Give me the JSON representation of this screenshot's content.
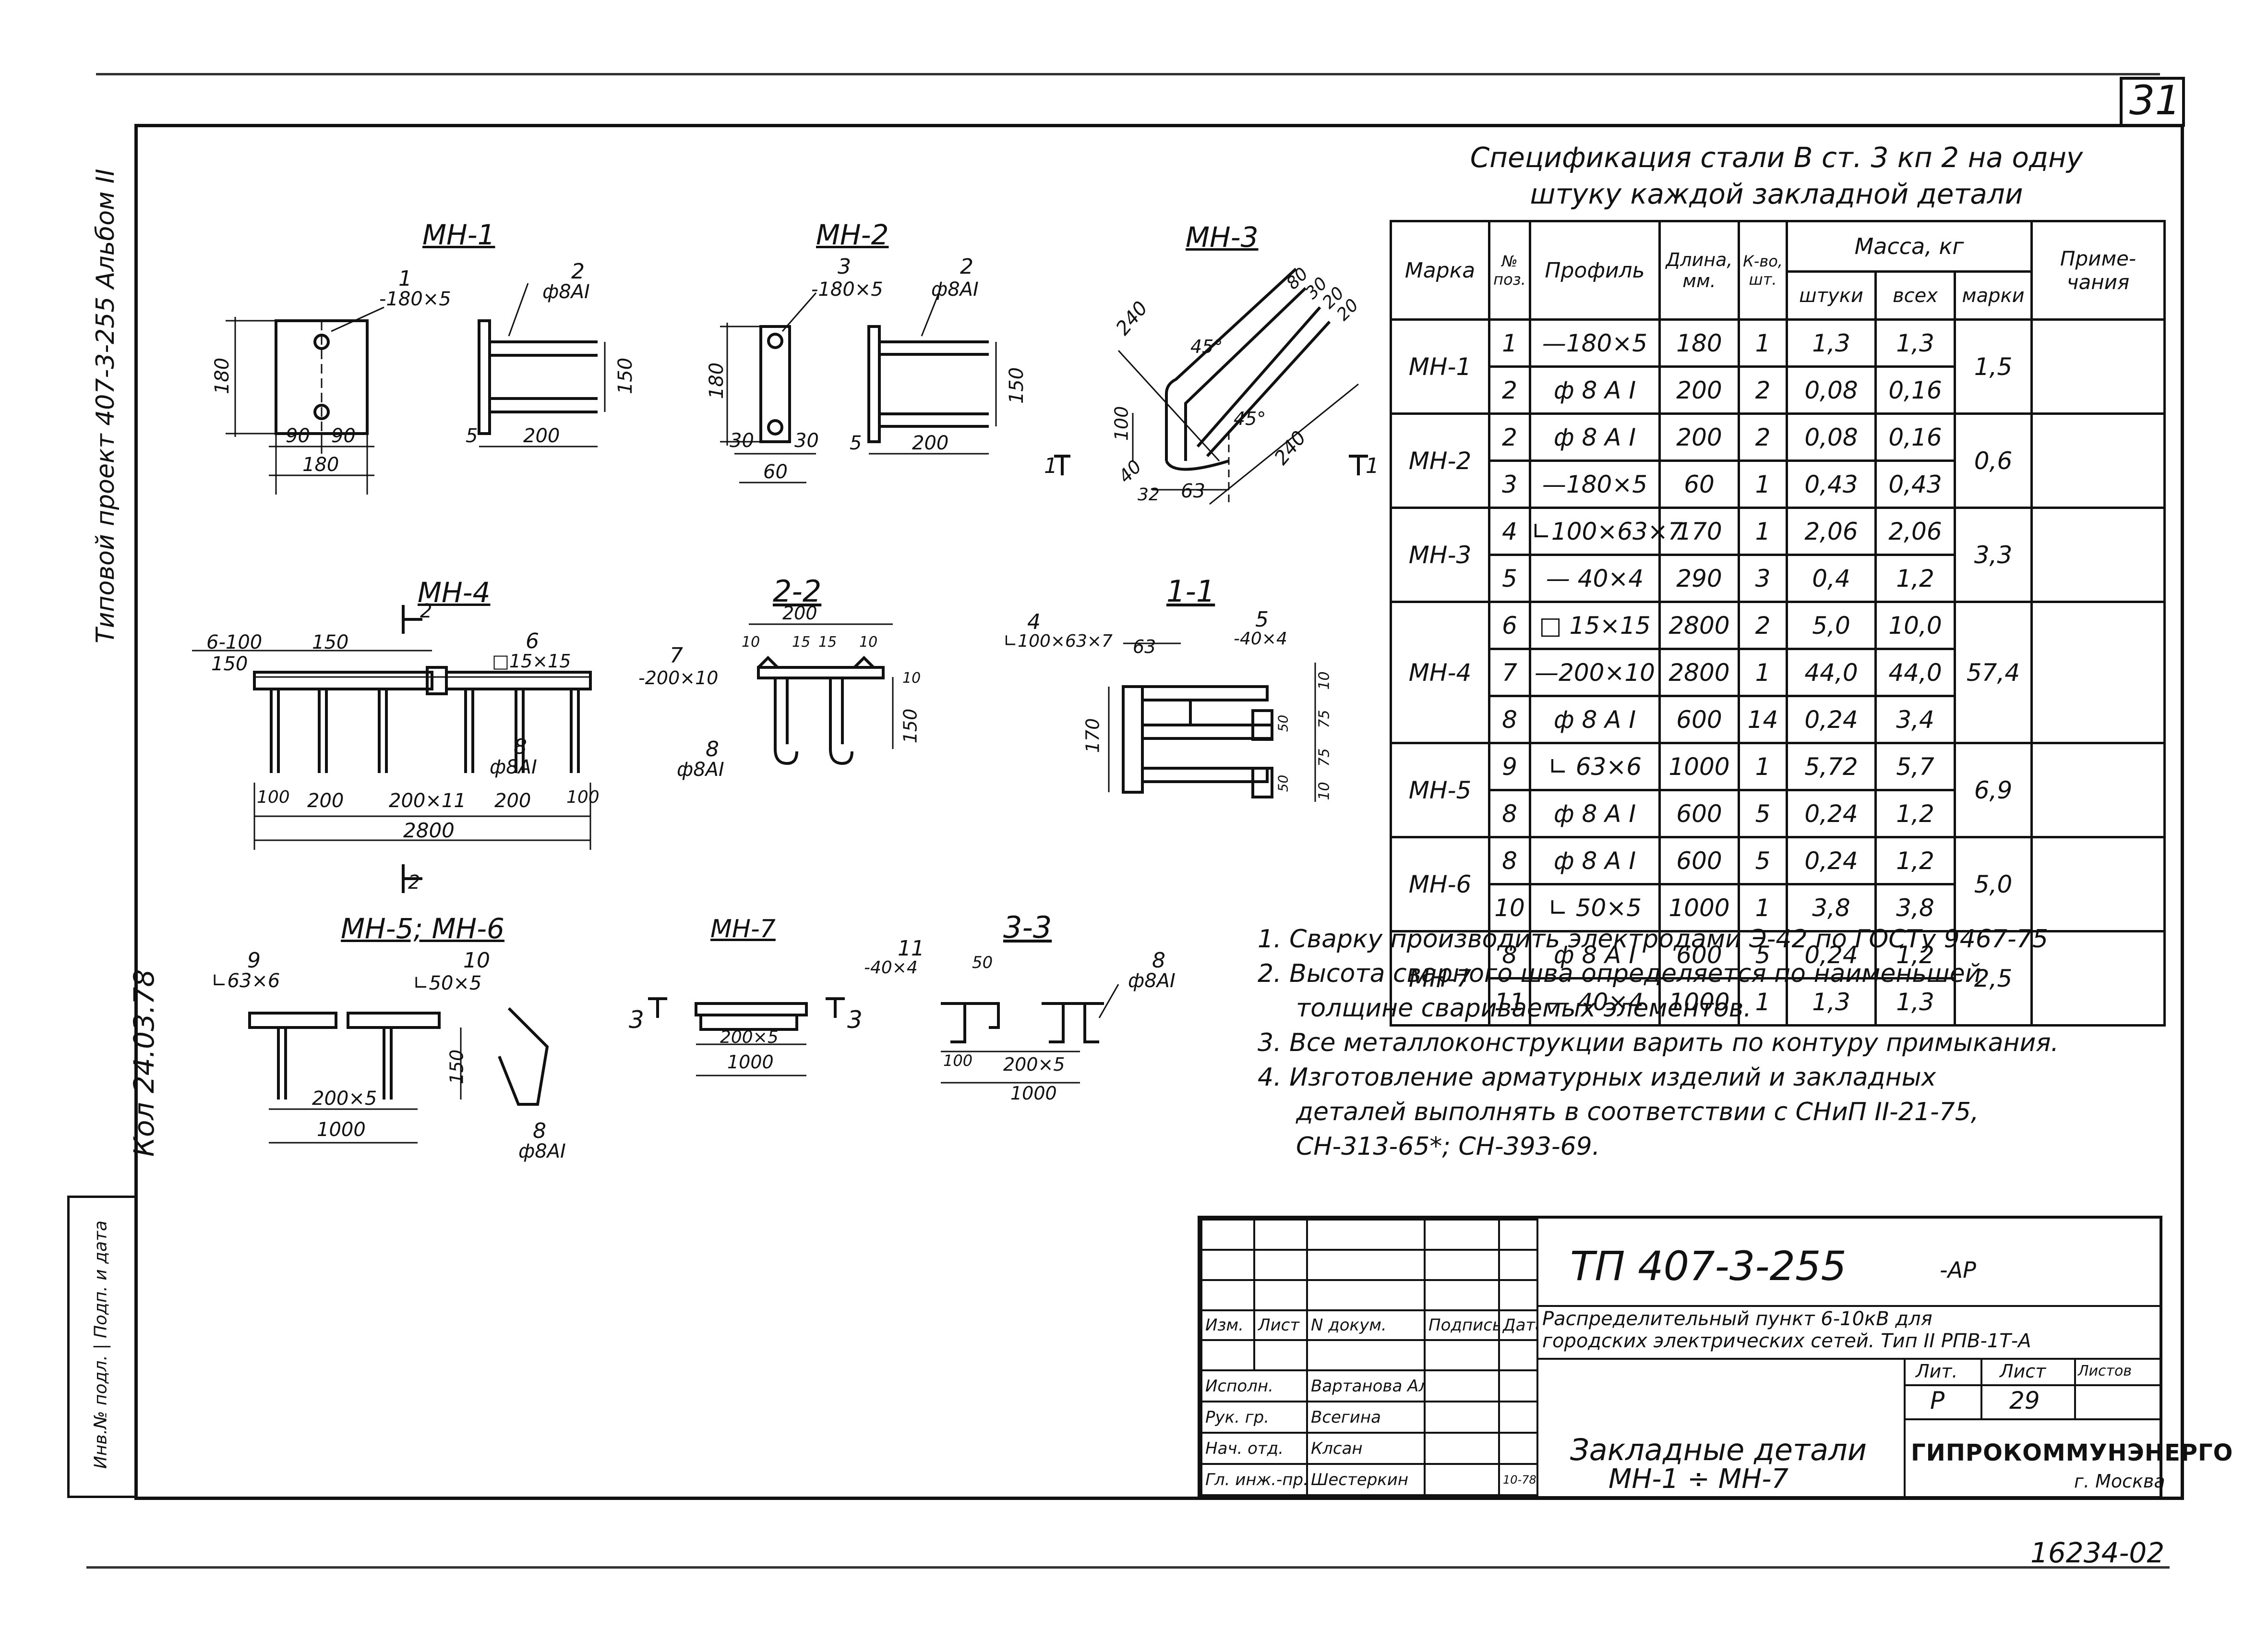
{
  "sheet_corner_number": "31",
  "left_margin": {
    "project": "Типовой проект 407-3-255 Альбом II",
    "date_sign": "Кол 24.03.78",
    "stamp": "Инв.№ подл. | Подп. и дата"
  },
  "drawings": {
    "mh1": {
      "title": "МН-1",
      "p1": "1",
      "p1_profile": "-180×5",
      "p2": "2",
      "p2_profile": "ф8АI",
      "dims": [
        "180",
        "150",
        "90",
        "90",
        "180",
        "5",
        "200"
      ]
    },
    "mh2": {
      "title": "МН-2",
      "p3": "3",
      "p3_profile": "-180×5",
      "p2": "2",
      "p2_profile": "ф8АI",
      "dims": [
        "180",
        "30",
        "30",
        "60",
        "150",
        "5",
        "200"
      ]
    },
    "mh3": {
      "title": "МН-3",
      "dims": [
        "240",
        "45°",
        "45°",
        "100",
        "40",
        "32",
        "63",
        "240",
        "80",
        "30",
        "20",
        "20"
      ],
      "section_marks": [
        "1",
        "1"
      ]
    },
    "mh4": {
      "title": "МН-4",
      "callout_left": "6-100",
      "callout_left2": "150",
      "dim_150": "150",
      "p6": "6",
      "p6_profile": "□15×15",
      "p8": "8",
      "p8_profile": "ф8АI",
      "sec": "2",
      "dims": [
        "100",
        "200",
        "200×11",
        "200",
        "100",
        "2800"
      ]
    },
    "sec22": {
      "title": "2-2",
      "p7": "7",
      "p7_profile": "-200×10",
      "p8": "8",
      "p8_profile": "ф8АI",
      "dims": [
        "200",
        "10",
        "15",
        "15",
        "10",
        "10",
        "150"
      ]
    },
    "sec11": {
      "title": "1-1",
      "p4": "4",
      "p4_profile": "∟100×63×7",
      "p5": "5",
      "p5_profile": "-40×4",
      "dims": [
        "63",
        "10",
        "75",
        "75",
        "10",
        "170",
        "50",
        "50"
      ]
    },
    "mh56": {
      "title": "МН-5; МН-6",
      "p9": "9",
      "p9_profile": "∟63×6",
      "p10": "10",
      "p10_profile": "∟50×5",
      "p8": "8",
      "p8_profile": "ф8АI",
      "dims": [
        "150",
        "200×5",
        "1000"
      ]
    },
    "mh7": {
      "title": "МН-7",
      "sec_left": "3",
      "sec_right": "3",
      "dims": [
        "200×5",
        "1000"
      ]
    },
    "sec33": {
      "title": "3-3",
      "p11": "11",
      "p11_profile": "-40×4",
      "p8": "8",
      "p8_profile": "ф8АI",
      "dims": [
        "50",
        "100",
        "200×5",
        "1000"
      ]
    }
  },
  "spec": {
    "title_line1": "Спецификация стали В ст. 3 кп 2 на одну",
    "title_line2": "штуку каждой закладной детали",
    "headers": {
      "mark": "Марка",
      "pos": "№ поз.",
      "profile": "Профиль",
      "length": "Длина, мм.",
      "qty": "К-во, шт.",
      "mass": "Масса, кг",
      "unit": "штуки",
      "all": "всех",
      "total": "марки",
      "note": "Приме- чания"
    },
    "groups": [
      {
        "mark": "МН-1",
        "total": "1,5",
        "rows": [
          {
            "pos": "1",
            "profile": "—180×5",
            "length": "180",
            "qty": "1",
            "unit": "1,3",
            "all": "1,3"
          },
          {
            "pos": "2",
            "profile": "ф 8 А I",
            "length": "200",
            "qty": "2",
            "unit": "0,08",
            "all": "0,16"
          }
        ]
      },
      {
        "mark": "МН-2",
        "total": "0,6",
        "rows": [
          {
            "pos": "2",
            "profile": "ф 8 А I",
            "length": "200",
            "qty": "2",
            "unit": "0,08",
            "all": "0,16"
          },
          {
            "pos": "3",
            "profile": "—180×5",
            "length": "60",
            "qty": "1",
            "unit": "0,43",
            "all": "0,43"
          }
        ]
      },
      {
        "mark": "МН-3",
        "total": "3,3",
        "rows": [
          {
            "pos": "4",
            "profile": "∟100×63×7",
            "length": "170",
            "qty": "1",
            "unit": "2,06",
            "all": "2,06"
          },
          {
            "pos": "5",
            "profile": "— 40×4",
            "length": "290",
            "qty": "3",
            "unit": "0,4",
            "all": "1,2"
          }
        ]
      },
      {
        "mark": "МН-4",
        "total": "57,4",
        "rows": [
          {
            "pos": "6",
            "profile": "□ 15×15",
            "length": "2800",
            "qty": "2",
            "unit": "5,0",
            "all": "10,0"
          },
          {
            "pos": "7",
            "profile": "—200×10",
            "length": "2800",
            "qty": "1",
            "unit": "44,0",
            "all": "44,0"
          },
          {
            "pos": "8",
            "profile": "ф 8 А I",
            "length": "600",
            "qty": "14",
            "unit": "0,24",
            "all": "3,4"
          }
        ]
      },
      {
        "mark": "МН-5",
        "total": "6,9",
        "rows": [
          {
            "pos": "9",
            "profile": "∟ 63×6",
            "length": "1000",
            "qty": "1",
            "unit": "5,72",
            "all": "5,7"
          },
          {
            "pos": "8",
            "profile": "ф 8 А I",
            "length": "600",
            "qty": "5",
            "unit": "0,24",
            "all": "1,2"
          }
        ]
      },
      {
        "mark": "МН-6",
        "total": "5,0",
        "rows": [
          {
            "pos": "8",
            "profile": "ф 8 А I",
            "length": "600",
            "qty": "5",
            "unit": "0,24",
            "all": "1,2"
          },
          {
            "pos": "10",
            "profile": "∟ 50×5",
            "length": "1000",
            "qty": "1",
            "unit": "3,8",
            "all": "3,8"
          }
        ]
      },
      {
        "mark": "МН-7",
        "total": "2,5",
        "rows": [
          {
            "pos": "8",
            "profile": "ф 8 А I",
            "length": "600",
            "qty": "5",
            "unit": "0,24",
            "all": "1,2"
          },
          {
            "pos": "11",
            "profile": "— 40×4",
            "length": "1000",
            "qty": "1",
            "unit": "1,3",
            "all": "1,3"
          }
        ]
      }
    ]
  },
  "notes": [
    "1. Сварку производить электродами Э-42 по ГОСТу 9467-75",
    "2. Высота сварного шва определяется по наименьшей",
    "толщине свариваемых элементов.",
    "3. Все металлоконструкции варить по контуру примыкания.",
    "4. Изготовление арматурных изделий и закладных",
    "деталей выполнять в соответствии с СНиП II-21-75,",
    "СН-313-65*; СН-393-69."
  ],
  "title_block": {
    "code": "ТП 407-3-255",
    "code_suffix": "-АР",
    "desc_line1": "Распределительный пункт 6-10кВ для",
    "desc_line2": "городских электрических сетей. Тип II РПВ-1Т-А",
    "cols": [
      "Изм.",
      "Лист",
      "N докум.",
      "Подпись",
      "Дата"
    ],
    "roles": [
      {
        "role": "Исполн.",
        "name": "Вартанова Алисеева"
      },
      {
        "role": "Рук. гр.",
        "name": "Всегина"
      },
      {
        "role": "Нач. отд.",
        "name": "Клсан"
      },
      {
        "role": "Гл. инж.-пр.",
        "name": "Шестеркин"
      }
    ],
    "date_small": "10-78",
    "stage_label": "Лит.",
    "sheet_label": "Лист",
    "sheets_label": "Листов",
    "stage": "Р",
    "sheet": "29",
    "drawing_title_1": "Закладные детали",
    "drawing_title_2": "МН-1 ÷ МН-7",
    "org": "ГИПРОКОММУНЭНЕРГО",
    "city": "г. Москва"
  },
  "bottom_number": "16234-02"
}
